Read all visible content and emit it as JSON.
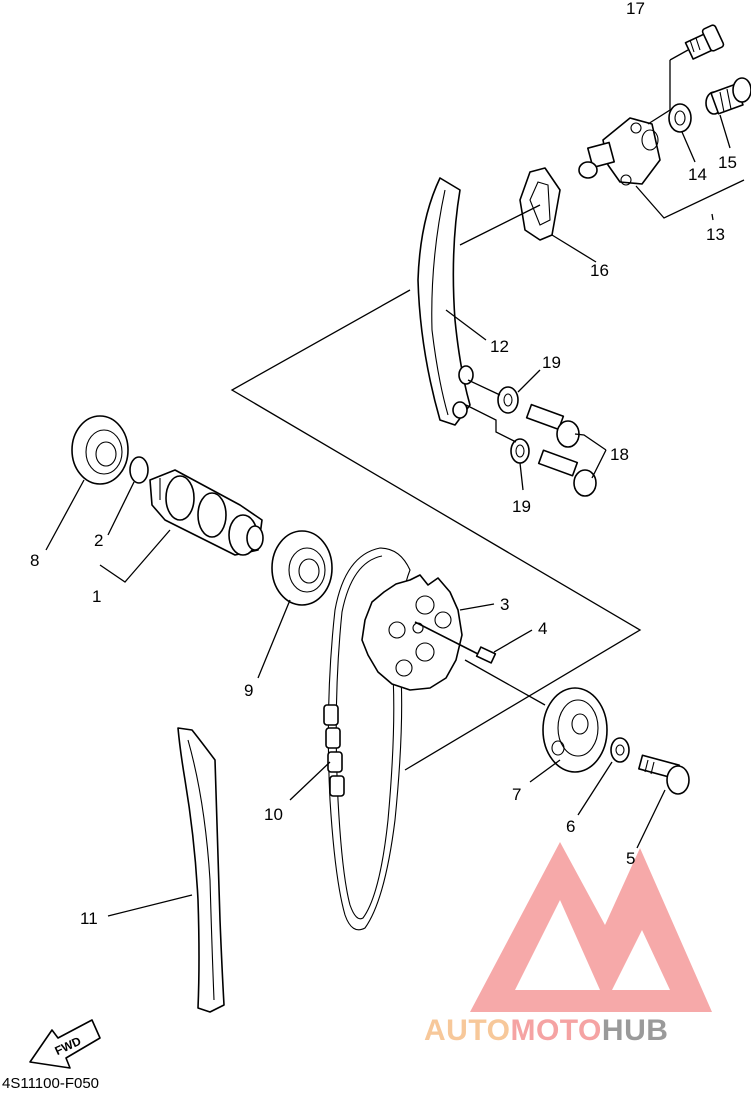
{
  "diagram": {
    "code": "4S11100-F050",
    "fwd_label": "FWD",
    "callouts": {
      "c1": "1",
      "c2": "2",
      "c3": "3",
      "c4": "4",
      "c5": "5",
      "c6": "6",
      "c7": "7",
      "c8": "8",
      "c9": "9",
      "c10": "10",
      "c11": "11",
      "c12": "12",
      "c13": "13",
      "c14": "14",
      "c15": "15",
      "c16": "16",
      "c17": "17",
      "c18": "18",
      "c19a": "19",
      "c19b": "19"
    }
  },
  "watermark": {
    "part1": "AUTO",
    "part2": "MOTO",
    "part3": "HUB",
    "colors": {
      "part1": "#f7c89a",
      "part2": "#f5a3a3",
      "part3": "#9a9a9a",
      "logo": "#f28b8b"
    }
  }
}
